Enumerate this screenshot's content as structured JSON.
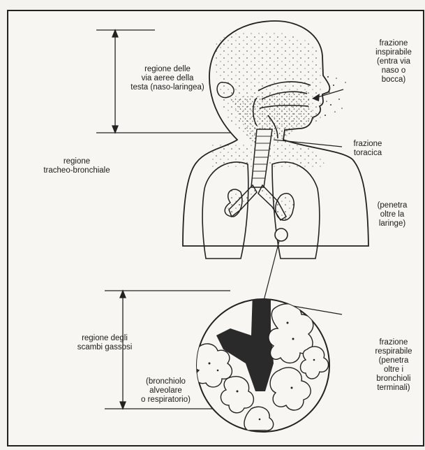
{
  "labels": {
    "head_region": [
      "regione delle",
      "via aeree della",
      "testa (naso-laringea)"
    ],
    "tracheo_region": [
      "regione",
      "tracheo-bronchiale"
    ],
    "gas_region": [
      "regione degli",
      "scambi gassosi"
    ],
    "bronchiole": [
      "(bronchiolo",
      "alveolare",
      "o respiratorio)"
    ],
    "inspirable": [
      "frazione",
      "inspirabile",
      "(entra via",
      "naso o",
      "bocca)"
    ],
    "thoracic": [
      "frazione",
      "toracica"
    ],
    "thoracic_note": [
      "(penetra",
      "oltre la",
      "laringe)"
    ],
    "respirable": [
      "frazione",
      "respirabile",
      "(penetra",
      "oltre i",
      "bronchioli",
      "terminali)"
    ]
  }
}
